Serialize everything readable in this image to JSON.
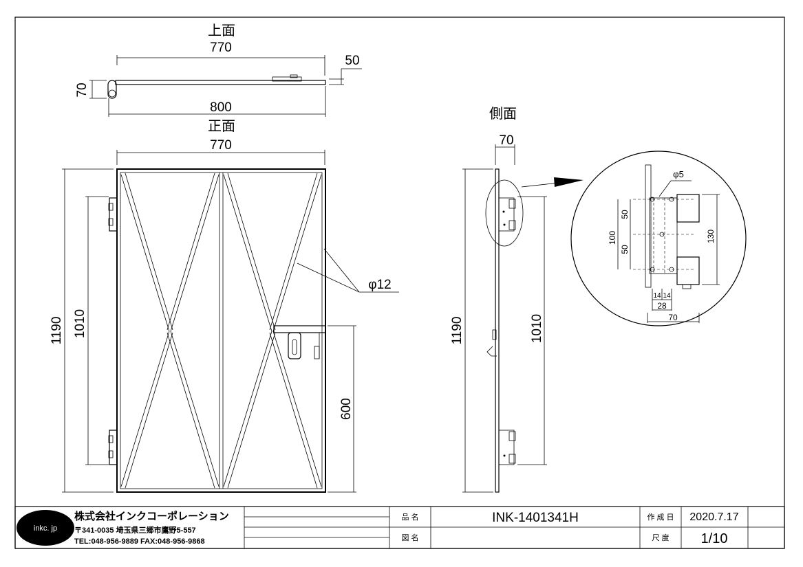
{
  "views": {
    "top_title": "上面",
    "front_title": "正面",
    "side_title": "側面"
  },
  "dimensions": {
    "top_width": "770",
    "top_overall": "800",
    "top_height": "70",
    "top_offset": "50",
    "front_width": "770",
    "front_height": "1190",
    "hinge_span": "1010",
    "handle_height": "600",
    "bar_diameter": "φ12",
    "side_depth": "70",
    "side_height": "1190",
    "side_hinge_span": "1010"
  },
  "detail": {
    "hole": "φ5",
    "d50a": "50",
    "d50b": "50",
    "d100": "100",
    "d130": "130",
    "d14a": "14",
    "d14b": "14",
    "d28": "28",
    "d70": "70"
  },
  "title_block": {
    "logo": "inkc. jp",
    "company": "株式会社インクコーポレーション",
    "address": "〒341-0035 埼玉県三郷市鷹野5-557",
    "contact": "TEL:048-956-9889  FAX:048-956-9868",
    "product_label": "品 名",
    "product_value": "INK-1401341H",
    "drawing_label": "図 名",
    "drawing_value": "",
    "date_label": "作 成 日",
    "date_value": "2020.7.17",
    "scale_label": "尺 度",
    "scale_value": "1/10"
  }
}
